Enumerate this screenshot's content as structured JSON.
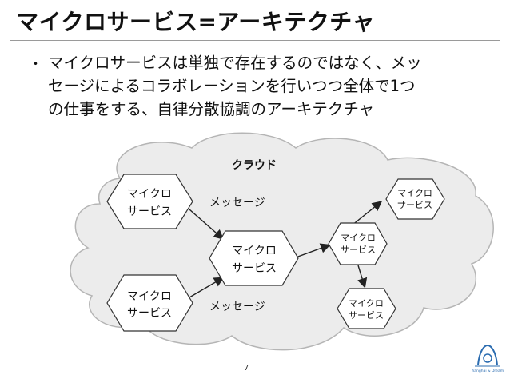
{
  "title": "マイクロサービス=アーキテクチャ",
  "bullet": {
    "marker": "・",
    "lines": [
      "マイクロサービスは単独で存在するのではなく、メッ",
      "セージによるコラボレーションを行いつつ全体で1つ",
      "の仕事をする、自律分散協調のアーキテクチャ"
    ]
  },
  "diagram": {
    "cloud_label": "クラウド",
    "message_label_top": "メッセージ",
    "message_label_bottom": "メッセージ",
    "hex_topleft": {
      "line1": "マイクロ",
      "line2": "サービス"
    },
    "hex_bottomleft": {
      "line1": "マイクロ",
      "line2": "サービス"
    },
    "hex_center": {
      "line1": "マイクロ",
      "line2": "サービス"
    },
    "hex_mid_right": {
      "line1": "マイクロ",
      "line2": "サービス"
    },
    "hex_top_right": {
      "line1": "マイクロ",
      "line2": "サービス"
    },
    "hex_bottom_right": {
      "line1": "マイクロ",
      "line2": "サービス"
    }
  },
  "page_number": "7",
  "logo": {
    "icon": "shanghai-logo-icon",
    "caption": "Shanghai & Dreams"
  },
  "colors": {
    "hex_fill": "#ffffff",
    "hex_stroke": "#333333",
    "cloud_fill": "#ececec",
    "cloud_stroke": "#b5b5b5"
  }
}
